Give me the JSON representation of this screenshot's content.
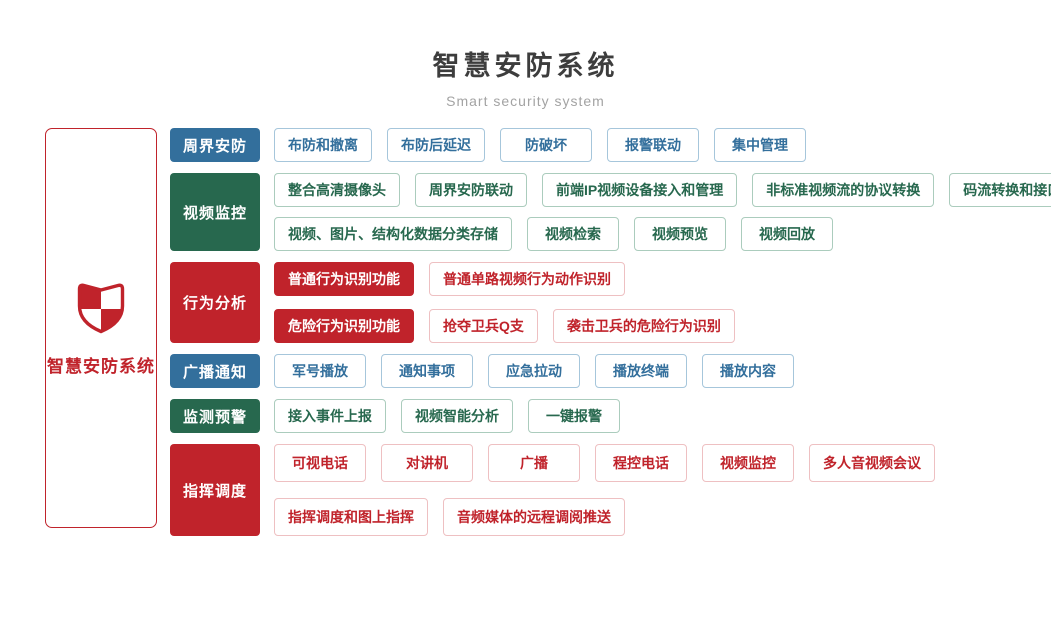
{
  "page": {
    "title": "智慧安防系统",
    "subtitle": "Smart security system"
  },
  "colors": {
    "blue": "#336f9c",
    "green": "#27684e",
    "red": "#c0232b"
  },
  "side_panel": {
    "label": "智慧安防系统",
    "icon": "shield-check-icon"
  },
  "sections": [
    {
      "label": "周界安防",
      "color": "blue",
      "lines": [
        [
          {
            "label": "布防和撤离"
          },
          {
            "label": "布防后延迟"
          },
          {
            "label": "防破坏"
          },
          {
            "label": "报警联动"
          },
          {
            "label": "集中管理"
          }
        ]
      ]
    },
    {
      "label": "视频监控",
      "color": "green",
      "lines": [
        [
          {
            "label": "整合高清摄像头"
          },
          {
            "label": "周界安防联动"
          },
          {
            "label": "前端IP视频设备接入和管理"
          },
          {
            "label": "非标准视频流的协议转换"
          },
          {
            "label": "码流转换和接口转换"
          }
        ],
        [
          {
            "label": "视频、图片、结构化数据分类存储"
          },
          {
            "label": "视频检索"
          },
          {
            "label": "视频预览"
          },
          {
            "label": "视频回放"
          }
        ]
      ]
    },
    {
      "label": "行为分析",
      "color": "red",
      "lines": [
        [
          {
            "label": "普通行为识别功能",
            "filled": true
          },
          {
            "label": "普通单路视频行为动作识别"
          }
        ],
        [
          {
            "label": "危险行为识别功能",
            "filled": true
          },
          {
            "label": "抢夺卫兵Q支"
          },
          {
            "label": "袭击卫兵的危险行为识别"
          }
        ]
      ]
    },
    {
      "label": "广播通知",
      "color": "blue",
      "lines": [
        [
          {
            "label": "军号播放"
          },
          {
            "label": "通知事项"
          },
          {
            "label": "应急拉动"
          },
          {
            "label": "播放终端"
          },
          {
            "label": "播放内容"
          }
        ]
      ]
    },
    {
      "label": "监测预警",
      "color": "green",
      "lines": [
        [
          {
            "label": "接入事件上报"
          },
          {
            "label": "视频智能分析"
          },
          {
            "label": "一键报警"
          }
        ]
      ]
    },
    {
      "label": "指挥调度",
      "color": "red",
      "lines": [
        [
          {
            "label": "可视电话"
          },
          {
            "label": "对讲机"
          },
          {
            "label": "广播"
          },
          {
            "label": "程控电话"
          },
          {
            "label": "视频监控"
          },
          {
            "label": "多人音视频会议"
          }
        ],
        [
          {
            "label": "指挥调度和图上指挥"
          },
          {
            "label": "音频媒体的远程调阅推送"
          }
        ]
      ]
    }
  ]
}
